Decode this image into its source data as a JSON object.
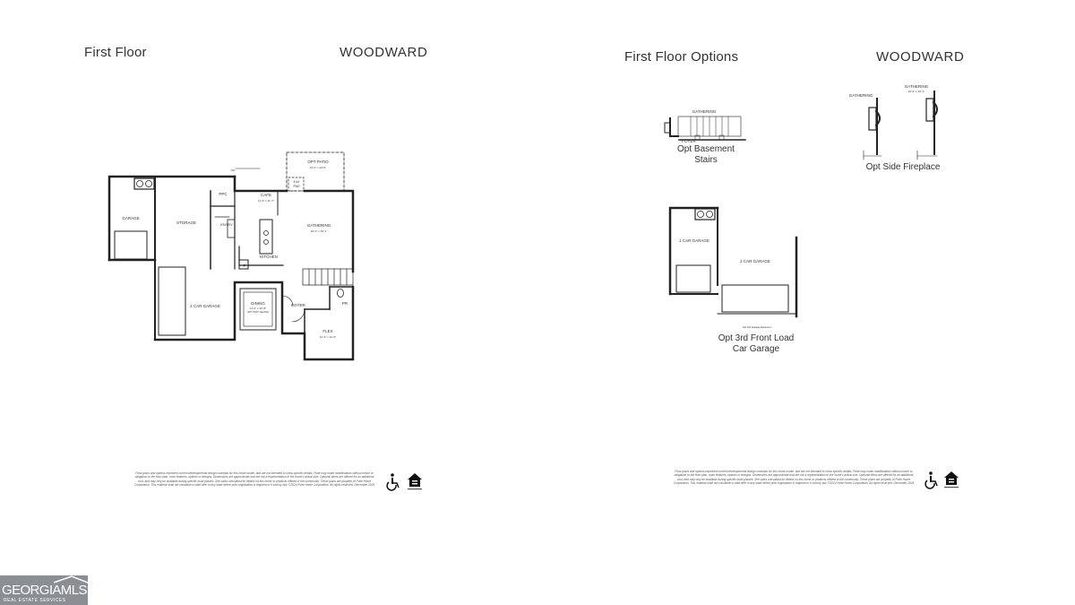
{
  "left_sheet": {
    "title": "First Floor",
    "brand": "WOODWARD",
    "rooms": {
      "opt_patio": "OPT PATIO",
      "opt_patio_dim": "14'-0\" x 10'-0\"",
      "pad": "4'x4'",
      "pad2": "PAD",
      "ppc": "PPC",
      "cafe": "CAFE",
      "cafe_dim": "11'-6\" x 11'-7\"",
      "garage": "GARAGE",
      "storage": "STORAGE",
      "entry": "ENTRY",
      "gathering": "GATHERING",
      "gathering_dim": "16'-0\" x 19'-1\"",
      "kitchen": "KITCHEN",
      "pantry": "P",
      "two_car_garage": "2 CAR GARAGE",
      "dining": "DINING",
      "dining_dim": "11'-0\" x 10'-8\"",
      "dining_opt": "OPT TRAY CEILING",
      "foyer": "FOYER",
      "flex": "FLEX",
      "flex_dim": "12'-4\" x 11'-6\"",
      "pr": "PR"
    },
    "disclaimer": "Floor plans and options represent current developmental design concepts for this home model, and are not intended to show specific details. Pulte may make modifications without notice or obligation to the floor plan, room features, options or designs. Dimensions are approximate and are not a representation of the home's actual size. Optional items are offered for an additional cost, and may only be available during specific build phases. See sales consultant for details on this home or products offered in the community. These plans are property of Pulte Home Corporation. This material shall not constitute a valid offer in any state where prior registration is required or if void by law. ©2024 Pulte Home Corporation. All rights reserved. December 2024"
  },
  "right_sheet": {
    "title": "First Floor Options",
    "brand": "WOODWARD",
    "basement": {
      "caption_1": "Opt Basement",
      "caption_2": "Stairs",
      "gathering": "GATHERING",
      "foyer": "FOYER"
    },
    "fireplace": {
      "caption": "Opt Side Fireplace",
      "gathering_a": "GATHERING",
      "gathering_b": "GATHERING",
      "gathering_b_dim": "16'-0\" x 19'-1\""
    },
    "garage": {
      "caption_1": "Opt 3rd Front Load",
      "caption_2": "Car Garage",
      "one_car": "1 CAR GARAGE",
      "two_car": "2 CAR GARAGE",
      "note": "Opt 3rd Garage Extension"
    },
    "disclaimer": "Floor plans and options represent current developmental design concepts for this home model, and are not intended to show specific details. Pulte may make modifications without notice or obligation to the floor plan, room features, options or designs. Dimensions are approximate and are not a representation of the home's actual size. Optional items are offered for an additional cost, and may only be available during specific build phases. See sales consultant for details on this home or products offered in the community. These plans are property of Pulte Home Corporation. This material shall not constitute a valid offer in any state where prior registration is required or if void by law. ©2024 Pulte Home Corporation. All rights reserved. December 2024"
  },
  "icons": {
    "accessibility": "accessibility-icon",
    "equal_housing": "equal-housing-icon"
  },
  "watermark": {
    "main": "GEORGIAMLS",
    "sub": "REAL ESTATE SERVICES"
  }
}
